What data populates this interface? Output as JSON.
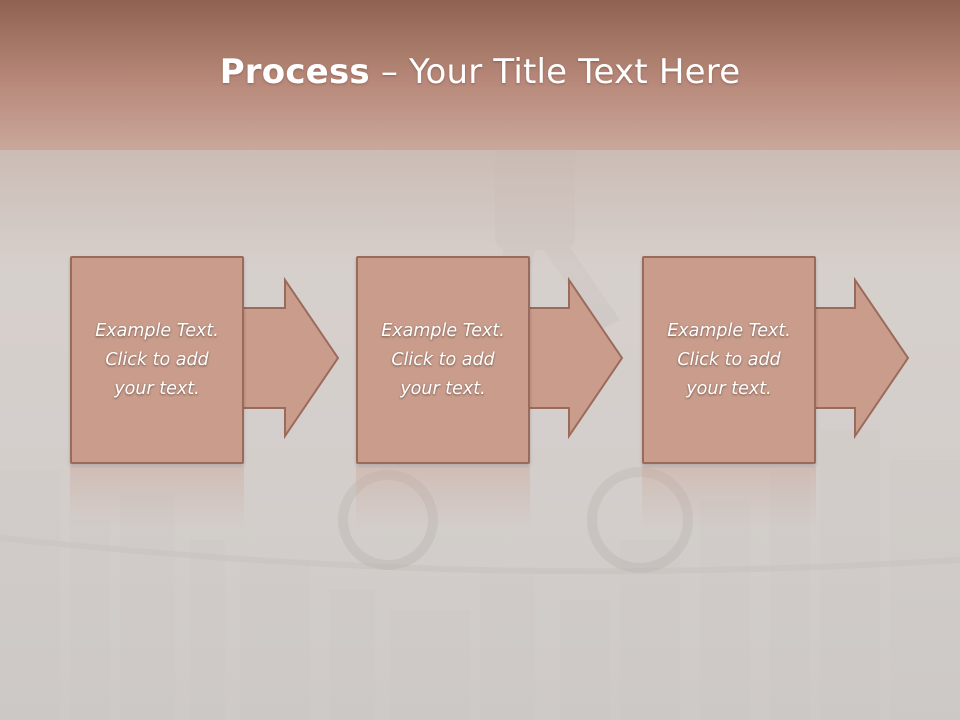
{
  "slide": {
    "title_bold": "Process",
    "title_rest": " – Your Title Text Here"
  },
  "process_steps": [
    {
      "label": "Example Text.\nClick  to add\nyour text."
    },
    {
      "label": "Example Text.\nClick  to add\nyour text."
    },
    {
      "label": "Example Text.\nClick  to add\nyour text."
    }
  ],
  "colors": {
    "header_band": "#b08473",
    "box_fill": "#c99c8b",
    "box_border": "#9a6b5d",
    "background_haze": "#d6d3d1"
  }
}
